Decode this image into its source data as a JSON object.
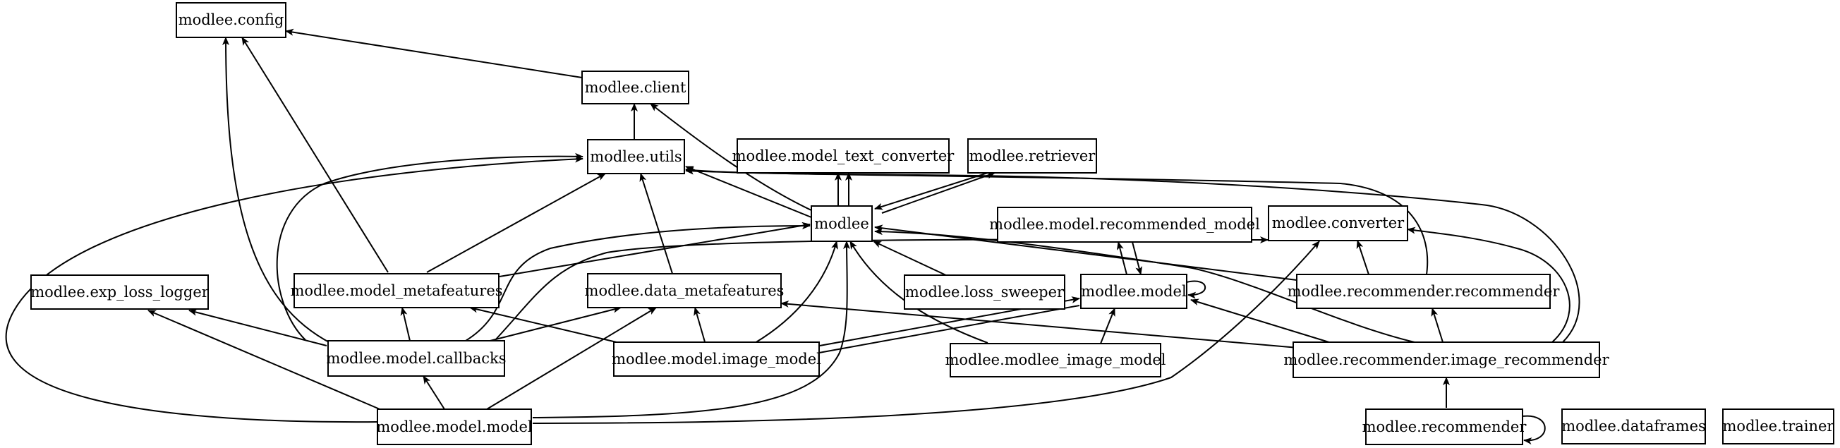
{
  "nodes": [
    {
      "id": "config",
      "label": "modlee.config"
    },
    {
      "id": "client",
      "label": "modlee.client"
    },
    {
      "id": "utils",
      "label": "modlee.utils"
    },
    {
      "id": "mtc",
      "label": "modlee.model_text_converter"
    },
    {
      "id": "retriever",
      "label": "modlee.retriever"
    },
    {
      "id": "modlee",
      "label": "modlee"
    },
    {
      "id": "recmodel",
      "label": "modlee.model.recommended_model"
    },
    {
      "id": "converter",
      "label": "modlee.converter"
    },
    {
      "id": "exploss",
      "label": "modlee.exp_loss_logger"
    },
    {
      "id": "modelmeta",
      "label": "modlee.model_metafeatures"
    },
    {
      "id": "datameta",
      "label": "modlee.data_metafeatures"
    },
    {
      "id": "losssweeper",
      "label": "modlee.loss_sweeper"
    },
    {
      "id": "model",
      "label": "modlee.model"
    },
    {
      "id": "recrec",
      "label": "modlee.recommender.recommender"
    },
    {
      "id": "callbacks",
      "label": "modlee.model.callbacks"
    },
    {
      "id": "imagemodel",
      "label": "modlee.model.image_model"
    },
    {
      "id": "modleeimage",
      "label": "modlee.modlee_image_model"
    },
    {
      "id": "recimage",
      "label": "modlee.recommender.image_recommender"
    },
    {
      "id": "modelmodel",
      "label": "modlee.model.model"
    },
    {
      "id": "recommender",
      "label": "modlee.recommender"
    },
    {
      "id": "dataframes",
      "label": "modlee.dataframes"
    },
    {
      "id": "trainer",
      "label": "modlee.trainer"
    }
  ]
}
